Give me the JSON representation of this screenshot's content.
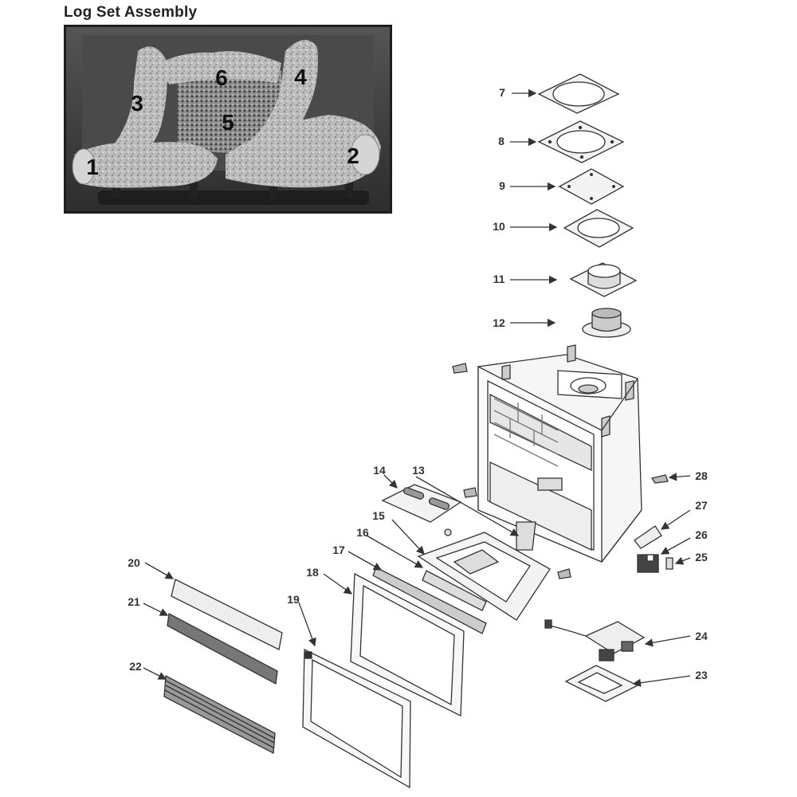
{
  "title": "Log Set Assembly",
  "log_labels": [
    "1",
    "2",
    "3",
    "4",
    "5",
    "6"
  ],
  "callouts": [
    "7",
    "8",
    "9",
    "10",
    "11",
    "12",
    "13",
    "14",
    "15",
    "16",
    "17",
    "18",
    "19",
    "20",
    "21",
    "22",
    "23",
    "24",
    "25",
    "26",
    "27",
    "28"
  ],
  "colors": {
    "line": "#333333",
    "text": "#333333",
    "photo_bg": "#3e3e3e",
    "logs": "#b9b9b9"
  }
}
